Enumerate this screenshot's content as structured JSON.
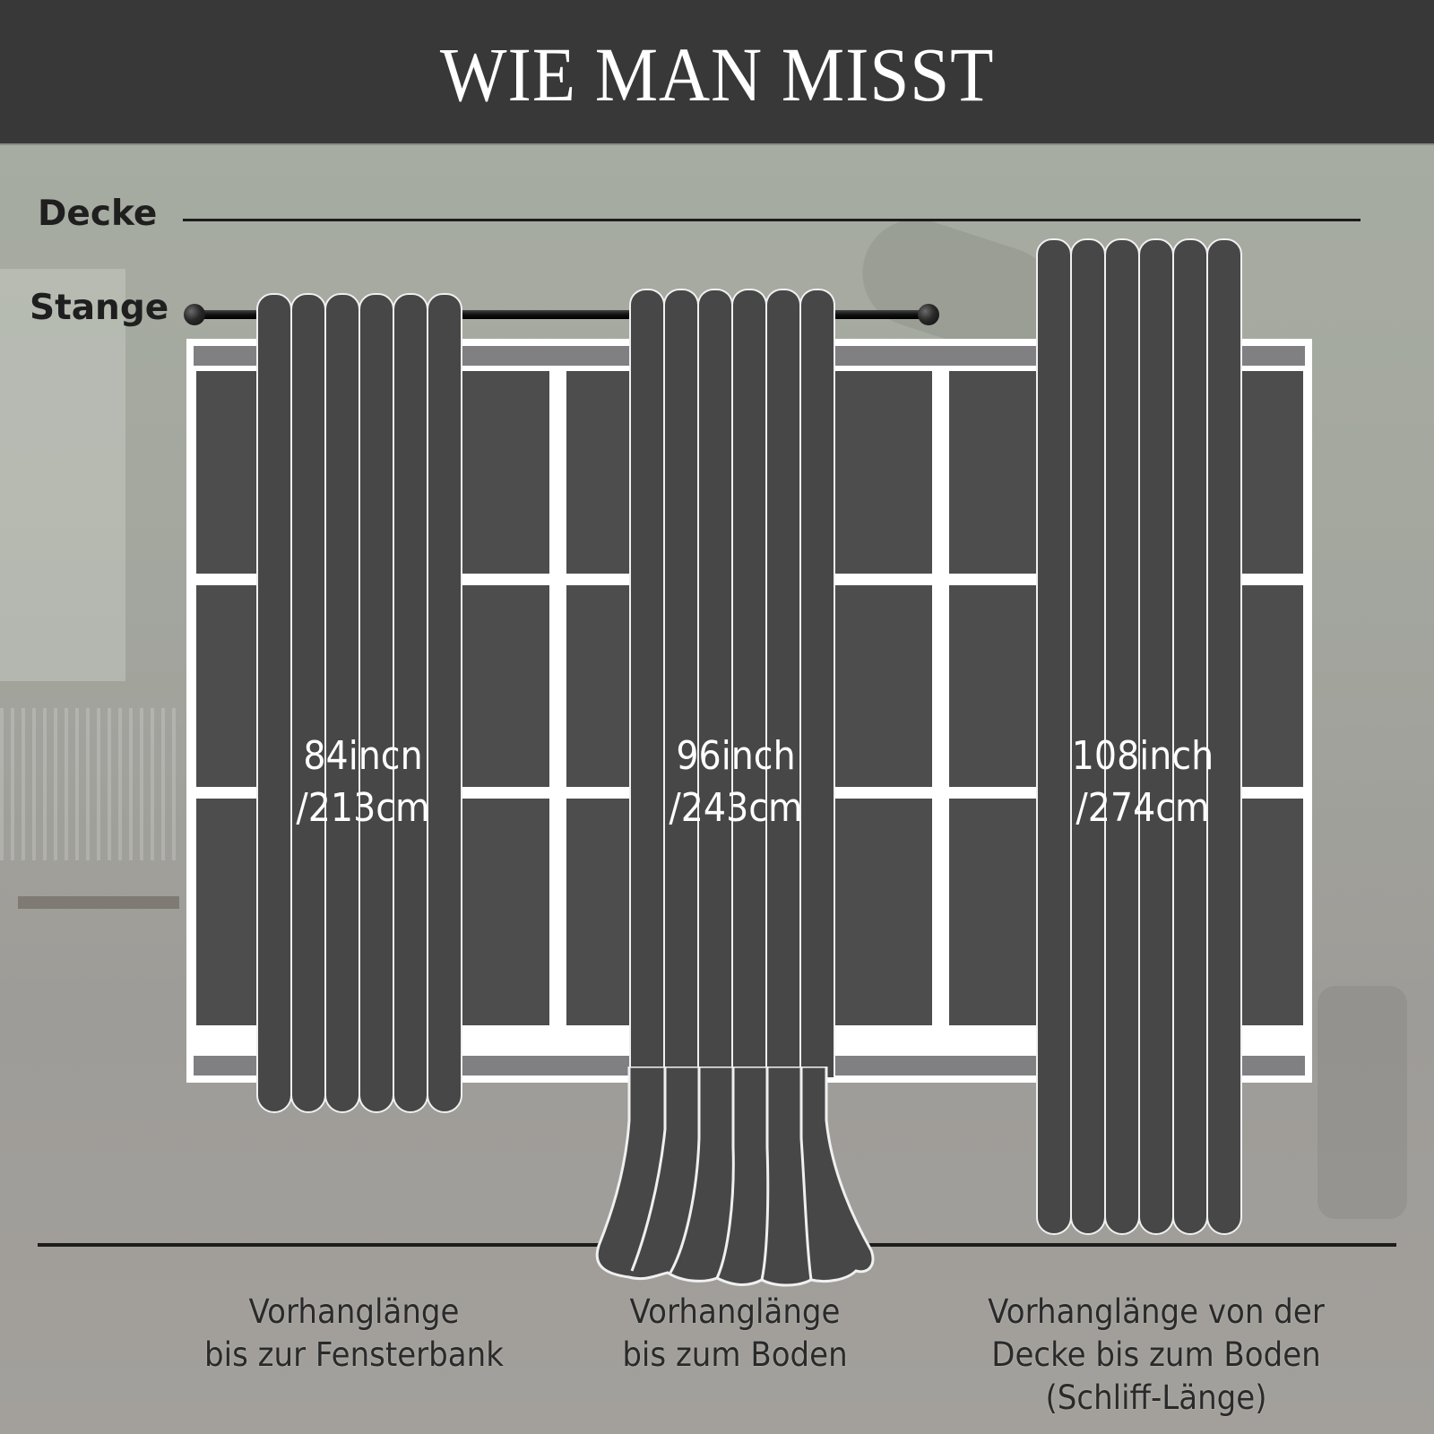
{
  "header": {
    "title": "WIE MAN MISST"
  },
  "reference_lines": {
    "ceiling_label": "Decke",
    "rod_label": "Stange"
  },
  "curtains": [
    {
      "length_inch": "84incn",
      "length_cm": "/213cm",
      "caption_line1": "Vorhanglänge",
      "caption_line2": "bis zur Fensterbank",
      "caption_line3": ""
    },
    {
      "length_inch": "96inch",
      "length_cm": "/243cm",
      "caption_line1": "Vorhanglänge",
      "caption_line2": "bis zum Boden",
      "caption_line3": ""
    },
    {
      "length_inch": "108inch",
      "length_cm": "/274cm",
      "caption_line1": "Vorhanglänge von der",
      "caption_line2": "Decke bis zum Boden",
      "caption_line3": "(Schliff-Länge)"
    }
  ],
  "colors": {
    "header_bg": "#383838",
    "curtain_fill": "#474747",
    "window_pane": "#4d4d4d",
    "window_rail": "#808083",
    "frame": "#ffffff",
    "background": "#a6a9a1"
  }
}
